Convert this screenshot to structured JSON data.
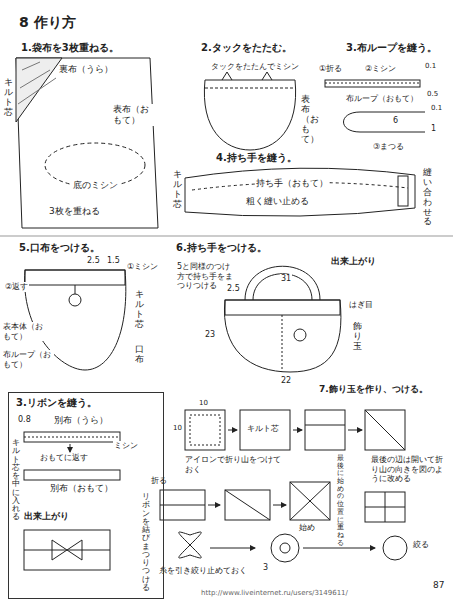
{
  "diagram": {
    "title": "8 作り方",
    "nodes": [
      {
        "text": [
          "3.リボンを縫う。",
          "0.8",
          "別布（うら）",
          "キルト芯を中に入れる",
          "おもてに返す",
          "ミシン",
          "別布（おもて）",
          "出来上がり",
          "リボンを結びまつりつける"
        ]
      }
    ],
    "labels": [
      "1.袋布を3枚重ねる。",
      "裏布（うら）",
      "表布（おもて）",
      "底のミシン",
      "3枚を重ねる",
      "キルト芯",
      "2.タックをたたむ。",
      "タックをたたんでミシン",
      "表布（おもて）",
      "3.布ループを縫う。",
      "①折る",
      "②ミシン",
      "0.1",
      "0.5",
      "布ループ（おもて）",
      "6",
      "③まつる",
      "1",
      "0.1",
      "4.持ち手を縫う。",
      "持ち手（おもて）",
      "粗く縫い止める",
      "キルト芯",
      "縫い合わせる",
      "5.口布をつける。",
      "2.5",
      "1.5",
      "①ミシン",
      "②返す",
      "表本体（おもて）",
      "布ループ（おもて）",
      "キルト芯",
      "口布",
      "6.持ち手をつける。",
      "5と同様のつけ方で持ち手をまつりつける",
      "出来上がり",
      "2.5",
      "31",
      "はぎ目",
      "23",
      "22",
      "飾り玉",
      "7.飾り玉を作り、つける。",
      "10",
      "10",
      "キルト芯",
      "アイロンで折り山をつけておく",
      "折る",
      "最後に始めの位置に重ねる",
      "始め",
      "最後の辺は開いて折り山の向きを図のように改める",
      "糸を引き絞り止めておく",
      "3",
      "絞る",
      "87",
      "http://www.liveinternet.ru/users/3149611/"
    ]
  }
}
